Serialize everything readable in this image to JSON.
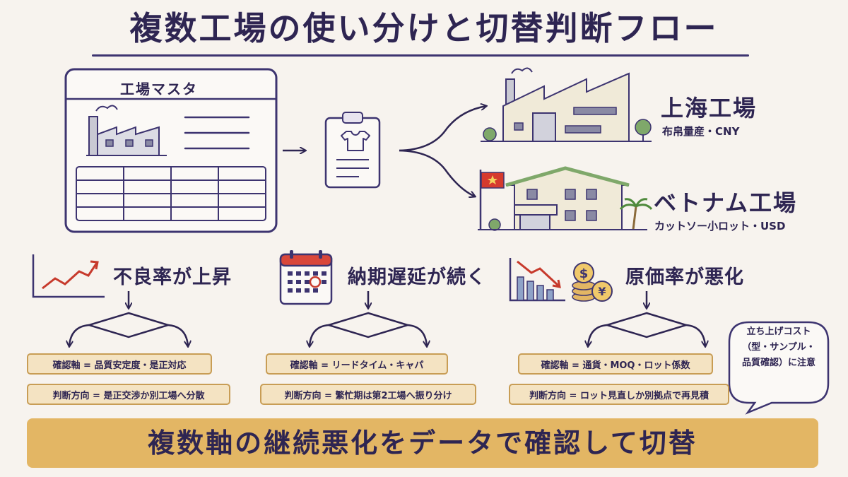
{
  "title": "複数工場の使い分けと切替判断フロー",
  "master": {
    "label": "工場マスタ"
  },
  "factories": [
    {
      "name": "上海工場",
      "desc": "布帛量産・CNY"
    },
    {
      "name": "ベトナム工場",
      "desc": "カットソー小ロット・USD"
    }
  ],
  "triggers": [
    {
      "label": "不良率が上昇",
      "axis": "確認軸 = 品質安定度・是正対応",
      "direction": "判断方向 = 是正交渉か別工場へ分散"
    },
    {
      "label": "納期遅延が続く",
      "axis": "確認軸 = リードタイム・キャパ",
      "direction": "判断方向 = 繁忙期は第2工場へ振り分け"
    },
    {
      "label": "原価率が悪化",
      "axis": "確認軸 = 通貨・MOQ・ロット係数",
      "direction": "判断方向 = ロット見直しか別拠点で再見積"
    }
  ],
  "note": {
    "lines": [
      "立ち上げコスト",
      "（型・サンプル・",
      "品質確認）に注意"
    ]
  },
  "banner": "複数軸の継続悪化をデータで確認して切替",
  "icons": [
    "factory-icon",
    "clipboard-tshirt-icon",
    "trend-up-icon",
    "calendar-icon",
    "trend-down-icon",
    "coins-icon",
    "vietnam-flag-icon",
    "palm-tree-icon"
  ],
  "colors": {
    "ink": "#2e2552",
    "accent_red": "#c73a2c",
    "pill_fill": "#f4e3c2",
    "pill_border": "#c89d55",
    "banner": "#e3b664",
    "background": "#f7f3ee"
  }
}
